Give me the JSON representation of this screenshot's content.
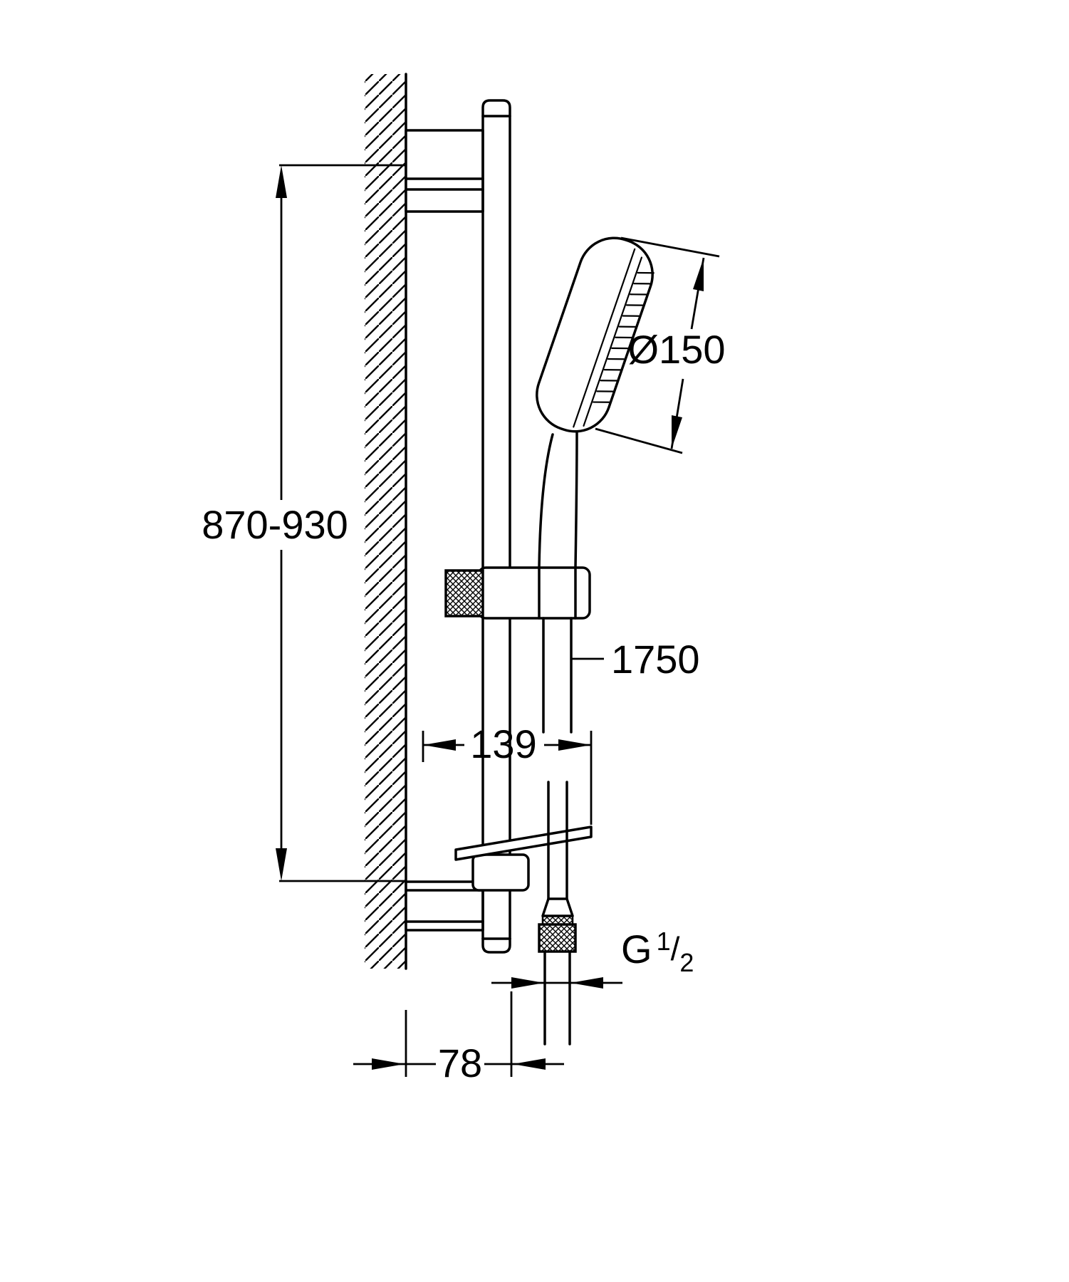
{
  "page": {
    "background": "#ffffff",
    "line_color": "#000000"
  },
  "drawing": {
    "type": "technical dimension drawing",
    "subject": "wall-mounted shower rail set with hand shower, hose and soap dish",
    "labels": {
      "height_range": "870-930",
      "head_diameter": "Ø150",
      "hose_length": "1750",
      "holder_offset": "139",
      "thread_prefix": "G",
      "thread_numerator": "1",
      "thread_slash": "/",
      "thread_denominator": "2",
      "bottom_offset": "78"
    }
  }
}
